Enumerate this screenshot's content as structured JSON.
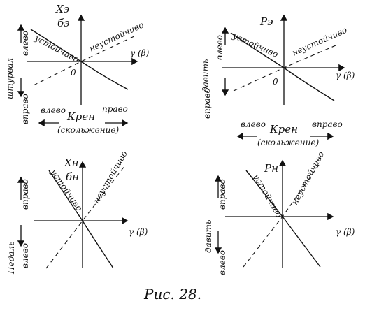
{
  "panels": [
    {
      "id": "a",
      "ylabel_top": "Xэ",
      "ylabel_bot": "бэ",
      "xlabel": "γ (β)",
      "stable": "устойчиво",
      "unstable": "неустойчиво",
      "zero": "0",
      "side_word": "штурвал",
      "side_top": "влево",
      "side_bottom": "вправо",
      "bottom_left": "влево",
      "bottom_center": "Крен",
      "bottom_right": "право",
      "bottom_sub": "(скольжение)"
    },
    {
      "id": "b",
      "ylabel_top": "Pэ",
      "xlabel": "γ (β)",
      "stable": "устойчиво",
      "unstable": "неустойчиво",
      "zero": "0",
      "side_word": "давить",
      "side_top": "влево",
      "side_bottom": "вправо",
      "bottom_left": "влево",
      "bottom_center": "Крен",
      "bottom_right": "вправо",
      "bottom_sub": "(скольжение)"
    },
    {
      "id": "c",
      "ylabel_top": "Xн",
      "ylabel_bot": "бн",
      "xlabel": "γ (β)",
      "stable": "устойчиво",
      "unstable": "неустойчиво",
      "side_word": "Педаль",
      "side_top": "вправо",
      "side_bottom": "влево"
    },
    {
      "id": "d",
      "ylabel_top": "Pн",
      "xlabel": "γ (β)",
      "stable": "устойчиво",
      "unstable": "неустойчиво",
      "side_word": "давить",
      "side_top": "вправо",
      "side_bottom": "влево"
    }
  ],
  "caption": "Рис. 28."
}
